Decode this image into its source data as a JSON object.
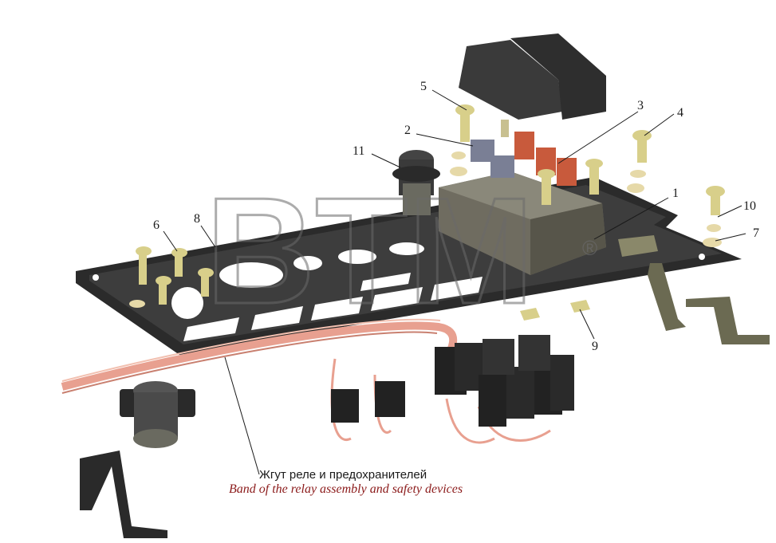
{
  "callouts": [
    {
      "id": "1",
      "label": "1"
    },
    {
      "id": "2",
      "label": "2"
    },
    {
      "id": "3",
      "label": "3"
    },
    {
      "id": "4",
      "label": "4"
    },
    {
      "id": "5",
      "label": "5"
    },
    {
      "id": "6",
      "label": "6"
    },
    {
      "id": "7",
      "label": "7"
    },
    {
      "id": "8",
      "label": "8"
    },
    {
      "id": "9",
      "label": "9"
    },
    {
      "id": "10",
      "label": "10"
    },
    {
      "id": "11",
      "label": "11"
    }
  ],
  "caption": {
    "ru": "Жгут реле и предохранителей",
    "en": "Band of the relay assembly and safety devices"
  },
  "watermark": {
    "text": "BTM",
    "mark": "®"
  },
  "colors": {
    "plate": "#2b2b2b",
    "cover": "#3a3a3a",
    "block": "#6f6c60",
    "bolt": "#d8cf8a",
    "washer": "#e6d9a8",
    "wire": "#e8a090",
    "connector": "#222222",
    "relay_base": "#c85a3c"
  }
}
